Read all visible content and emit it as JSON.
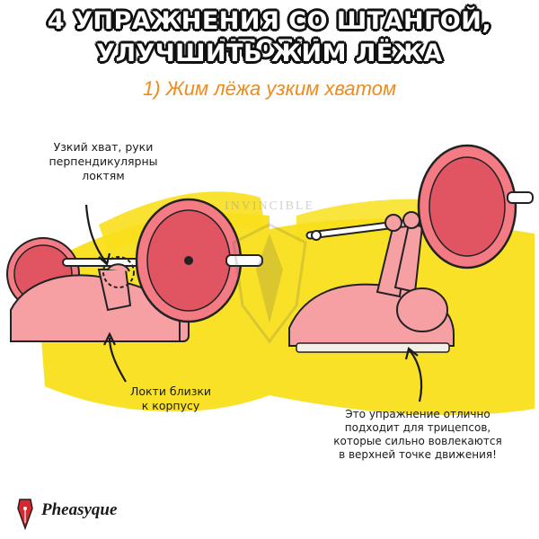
{
  "header": {
    "title_line1": "4 упражнения со штангой, чтобы",
    "title_line2": "улучшить жим лёжа",
    "subtitle": "1) Жим лёжа узким хватом"
  },
  "annotations": {
    "grip_lines": [
      "Узкий хват, руки",
      "перпендикулярны",
      "локтям"
    ],
    "elbows_lines": [
      "Локти близки",
      "к корпусу"
    ],
    "triceps_lines": [
      "Это упражнение отлично",
      "подходит для трицепсов,",
      "которые сильно вовлекаются",
      "в верхней точке движения!"
    ]
  },
  "watermark": "INVINCIBLE",
  "brand": {
    "name": "Pheasyque",
    "logo_icon": "pen-nib-logo-icon"
  },
  "colors": {
    "plate": "#f47a84",
    "plate_dark": "#e15562",
    "skin": "#f6a0a4",
    "yellow": "#f9df1c",
    "title_text": "#ffffff",
    "title_outline": "#111111",
    "subtitle": "#f08a1c",
    "bar": "#ffffff"
  }
}
